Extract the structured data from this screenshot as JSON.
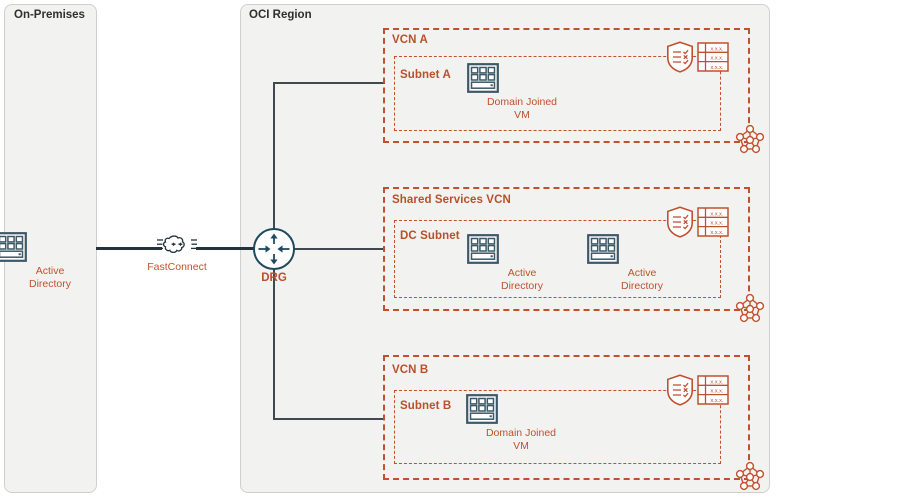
{
  "diagram": {
    "title_onprem": "On-Premises",
    "title_oci": "OCI Region"
  },
  "onprem": {
    "panel_label": "On-Premises",
    "node": {
      "icon": "server-rack-icon",
      "caption": "Active\nDirectory"
    }
  },
  "connectivity": {
    "fastconnect": {
      "icon": "fastconnect-cloud-icon",
      "label": "FastConnect"
    },
    "drg": {
      "icon": "drg-arrows-icon",
      "label": "DRG"
    }
  },
  "oci": {
    "panel_label": "OCI Region",
    "vcns": [
      {
        "name": "VCN A",
        "subnet": {
          "name": "Subnet A",
          "nodes": [
            {
              "icon": "server-rack-icon",
              "caption": "Domain Joined\nVM"
            }
          ]
        },
        "security_list_icon": "security-list-shield-icon",
        "route_table_icon": "route-table-icon",
        "route_table_rows": [
          "x.x.x.",
          "x.x.x.",
          "x.x.x."
        ],
        "service_gateway_icon": "network-mesh-icon"
      },
      {
        "name": "Shared Services VCN",
        "subnet": {
          "name": "DC Subnet",
          "nodes": [
            {
              "icon": "server-rack-icon",
              "caption": "Active\nDirectory"
            },
            {
              "icon": "server-rack-icon",
              "caption": "Active\nDirectory"
            }
          ]
        },
        "security_list_icon": "security-list-shield-icon",
        "route_table_icon": "route-table-icon",
        "route_table_rows": [
          "x.x.x.",
          "x.x.x.",
          "x.x.x."
        ],
        "service_gateway_icon": "network-mesh-icon"
      },
      {
        "name": "VCN B",
        "subnet": {
          "name": "Subnet B",
          "nodes": [
            {
              "icon": "server-rack-icon",
              "caption": "Domain Joined\nVM"
            }
          ]
        },
        "security_list_icon": "security-list-shield-icon",
        "route_table_icon": "route-table-icon",
        "route_table_rows": [
          "x.x.x.",
          "x.x.x.",
          "x.x.x."
        ],
        "service_gateway_icon": "network-mesh-icon"
      }
    ]
  },
  "colors": {
    "accent_orange": "#c1502e",
    "accent_orange_dark": "#b8502a",
    "panel_bg": "#f2f2f0",
    "panel_border": "#cfcfcf",
    "line_dark": "#3d4a53",
    "icon_blue": "#3d5866"
  }
}
